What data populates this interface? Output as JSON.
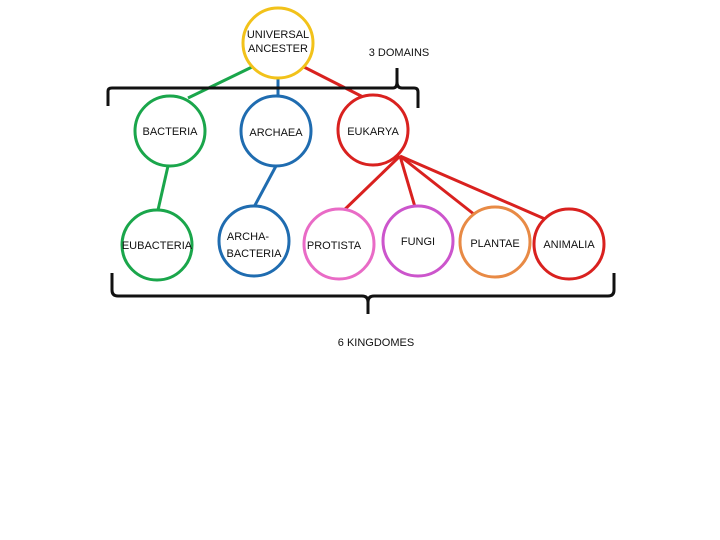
{
  "colors": {
    "green": "#1aa64b",
    "blue": "#1f6cb0",
    "red": "#d9211f",
    "yellow": "#f2c21a",
    "pink": "#e96bc6",
    "magenta": "#cc55cc",
    "orange": "#e88a45",
    "black": "#111111"
  },
  "nodes": {
    "root": {
      "line1": "UNIVERSAL",
      "line2": "ANCESTER"
    },
    "bacteria": "BACTERIA",
    "archaea": "ARCHAEA",
    "eukarya": "EUKARYA",
    "eubacteria": "EUBACTERIA",
    "archabacteria": {
      "line1": "ARCHA-",
      "line2": "BACTERIA"
    },
    "protista": "PROTISTA",
    "fungi": "FUNGI",
    "plantae": "PLANTAE",
    "animalia": "ANIMALIA"
  },
  "labels": {
    "domains": "3 DOMAINS",
    "kingdoms": "6 KINGDOMES"
  }
}
